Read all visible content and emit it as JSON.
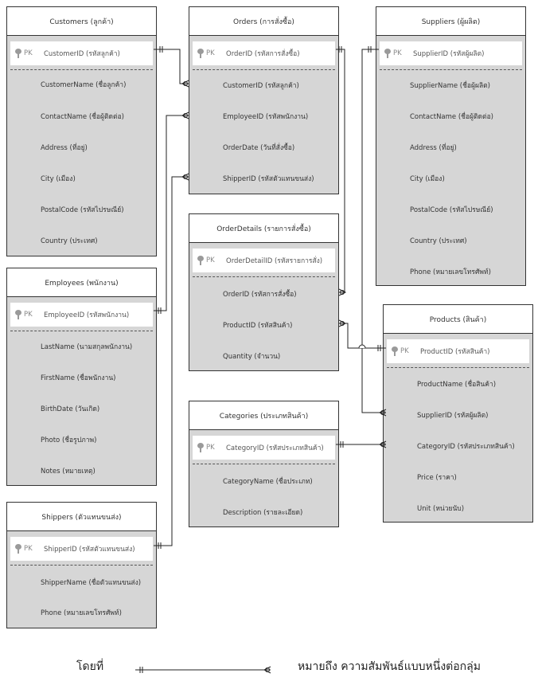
{
  "entities": {
    "customers": {
      "title": "Customers (ลูกค้า)",
      "pk_tag": "PK",
      "pk": "CustomerID (รหัสลูกค้า)",
      "fields": [
        "CustomerName (ชื่อลูกค้า)",
        "ContactName (ชื่อผู้ติดต่อ)",
        "Address (ที่อยู่)",
        "City (เมือง)",
        "PostalCode (รหัสไปรษณีย์)",
        "Country (ประเทศ)"
      ]
    },
    "employees": {
      "title": "Employees (พนักงาน)",
      "pk_tag": "PK",
      "pk": "EmployeeID (รหัสพนักงาน)",
      "fields": [
        "LastName (นามสกุลพนักงาน)",
        "FirstName (ชื่อพนักงาน)",
        "BirthDate (วันเกิด)",
        "Photo (ชื่อรูปภาพ)",
        "Notes (หมายเหตุ)"
      ]
    },
    "shippers": {
      "title": "Shippers (ตัวแทนขนส่ง)",
      "pk_tag": "PK",
      "pk": "ShipperID (รหัสตัวแทนขนส่ง)",
      "fields": [
        "ShipperName (ชื่อตัวแทนขนส่ง)",
        "Phone (หมายเลขโทรศัพท์)"
      ]
    },
    "orders": {
      "title": "Orders (การสั่งซื้อ)",
      "pk_tag": "PK",
      "pk": "OrderID (รหัสการสั่งซื้อ)",
      "fields": [
        "CustomerID (รหัสลูกค้า)",
        "EmployeeID (รหัสพนักงาน)",
        "OrderDate (วันที่สั่งซื้อ)",
        "ShipperID (รหัสตัวแทนขนส่ง)"
      ]
    },
    "orderdetails": {
      "title": "OrderDetails (รายการสั่งซื้อ)",
      "pk_tag": "PK",
      "pk": "OrderDetailID (รหัสรายการสั่ง)",
      "fields": [
        "OrderID (รหัสการสั่งซื้อ)",
        "ProductID (รหัสสินค้า)",
        "Quantity (จำนวน)"
      ]
    },
    "categories": {
      "title": "Categories (ประเภทสินค้า)",
      "pk_tag": "PK",
      "pk": "CategoryID (รหัสประเภทสินค้า)",
      "fields": [
        "CategoryName (ชื่อประเภท)",
        "Description (รายละเอียด)"
      ]
    },
    "suppliers": {
      "title": "Suppliers (ผู้ผลิต)",
      "pk_tag": "PK",
      "pk": "SupplierID (รหัสผู้ผลิต)",
      "fields": [
        "SupplierName (ชื่อผู้ผลิต)",
        "ContactName (ชื่อผู้ติดต่อ)",
        "Address (ที่อยู่)",
        "City (เมือง)",
        "PostalCode (รหัสไปรษณีย์)",
        "Country (ประเทศ)",
        "Phone (หมายเลขโทรศัพท์)"
      ]
    },
    "products": {
      "title": "Products (สินค้า)",
      "pk_tag": "PK",
      "pk": "ProductID (รหัสสินค้า)",
      "fields": [
        "ProductName (ชื่อสินค้า)",
        "SupplierID (รหัสผู้ผลิต)",
        "CategoryID (รหัสประเภทสินค้า)",
        "Price (ราคา)",
        "Unit (หน่วยนับ)"
      ]
    }
  },
  "legend": {
    "prefix": "โดยที่",
    "meaning": "หมายถึง ความสัมพันธ์แบบหนึ่งต่อกลุ่ม"
  }
}
